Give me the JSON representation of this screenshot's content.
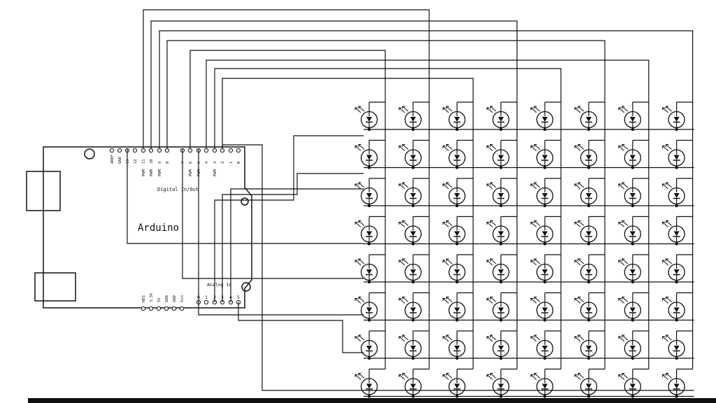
{
  "board": {
    "name": "Arduino",
    "digital_label": "Digital In/Out",
    "analog_label": "Analog In",
    "pwm_label": "PWM",
    "digital_pins": [
      "AREF",
      "GND",
      "13",
      "12",
      "11",
      "10",
      "9",
      "8",
      "7",
      "6",
      "5",
      "4",
      "3",
      "2",
      "1",
      "0"
    ],
    "pwm_pins": [
      "11",
      "10",
      "9",
      "6",
      "5",
      "3"
    ],
    "power_pins": [
      "RES",
      "3.3V",
      "5V",
      "GND",
      "GND",
      "Vin"
    ],
    "analog_pins": [
      "0",
      "1",
      "2",
      "3",
      "4",
      "5"
    ]
  },
  "matrix": {
    "rows": 8,
    "cols": 8,
    "component": "led"
  },
  "colors": {
    "line": "#111111",
    "background": "#ffffff"
  }
}
